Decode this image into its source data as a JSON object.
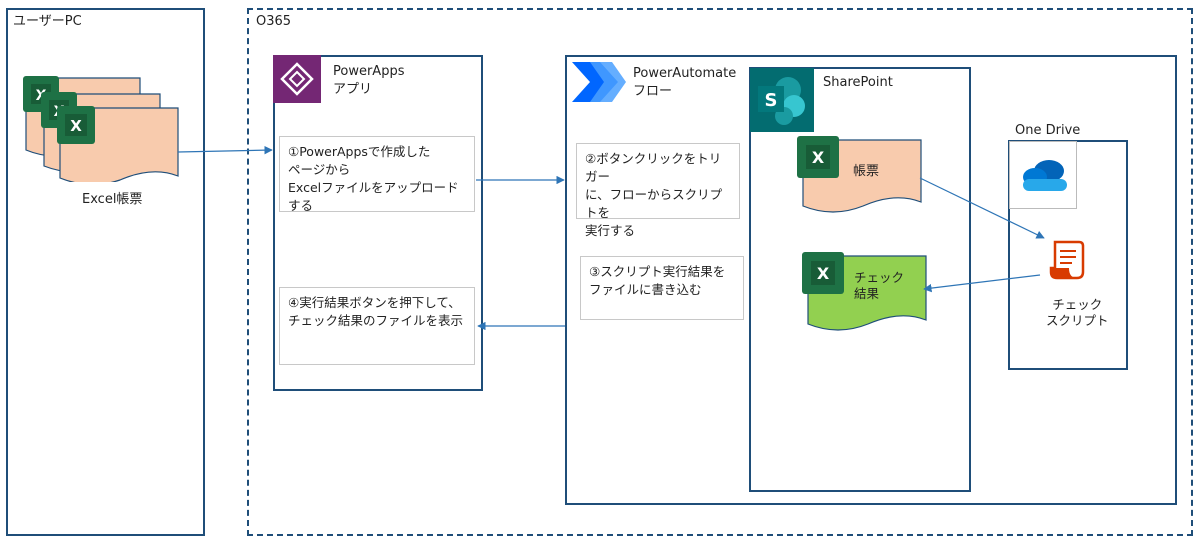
{
  "user_pc": {
    "title": "ユーザーPC",
    "file_label": "Excel帳票"
  },
  "o365": {
    "title": "O365"
  },
  "powerapps": {
    "name": "PowerApps",
    "sub": "アプリ",
    "step1": [
      "①PowerAppsで作成した",
      "ページから",
      "Excelファイルをアップロードする"
    ],
    "step4": [
      "④実行結果ボタンを押下して、",
      "チェック結果のファイルを表示"
    ]
  },
  "powerautomate": {
    "name": "PowerAutomate",
    "sub": "フロー",
    "step2": [
      "②ボタンクリックをトリガー",
      "に、フローからスクリプトを",
      "実行する"
    ],
    "step3": [
      "③スクリプト実行結果を",
      "ファイルに書き込む"
    ]
  },
  "sharepoint": {
    "name": "SharePoint",
    "doc1": "帳票",
    "doc2": [
      "チェック",
      "結果"
    ]
  },
  "onedrive": {
    "name": "One Drive",
    "script": [
      "チェック",
      "スクリプト"
    ]
  },
  "icons": [
    "excel-icon",
    "powerapps-icon",
    "powerautomate-icon",
    "sharepoint-icon",
    "onedrive-icon",
    "script-icon"
  ],
  "colors": {
    "frame": "#1f4e79",
    "arrow": "#2e75b6",
    "doc_fill": "#f8cbad",
    "doc_green": "#92d050",
    "excel_green": "#1e7145",
    "powerapps_purple": "#742774",
    "sharepoint_teal": "#036c70",
    "script_orange": "#d83b01"
  }
}
